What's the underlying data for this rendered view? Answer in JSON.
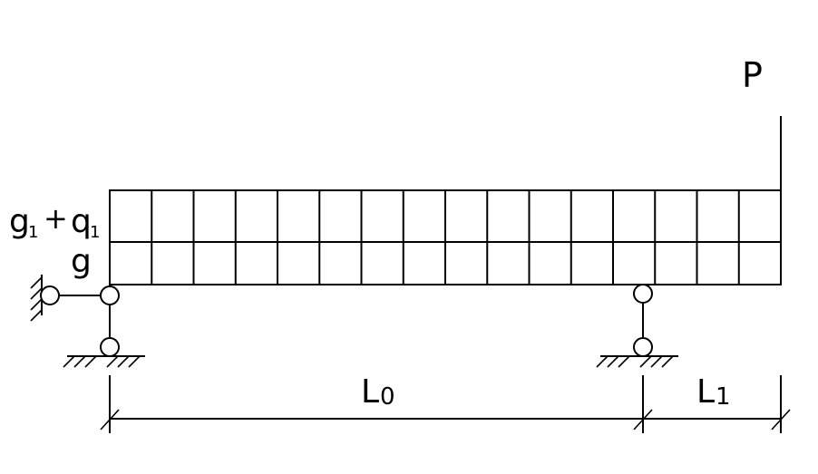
{
  "labels": {
    "load_P": "P",
    "load_combined_base": "g",
    "load_combined_sub1": "1",
    "load_combined_plus": "+",
    "load_combined_q": "q",
    "load_combined_sub2": "1",
    "load_g": "g",
    "span_L0": "L",
    "span_L0_sub": "0",
    "span_L1": "L",
    "span_L1_sub": "1"
  },
  "load_grid": {
    "columns": 16,
    "rows": 2
  }
}
